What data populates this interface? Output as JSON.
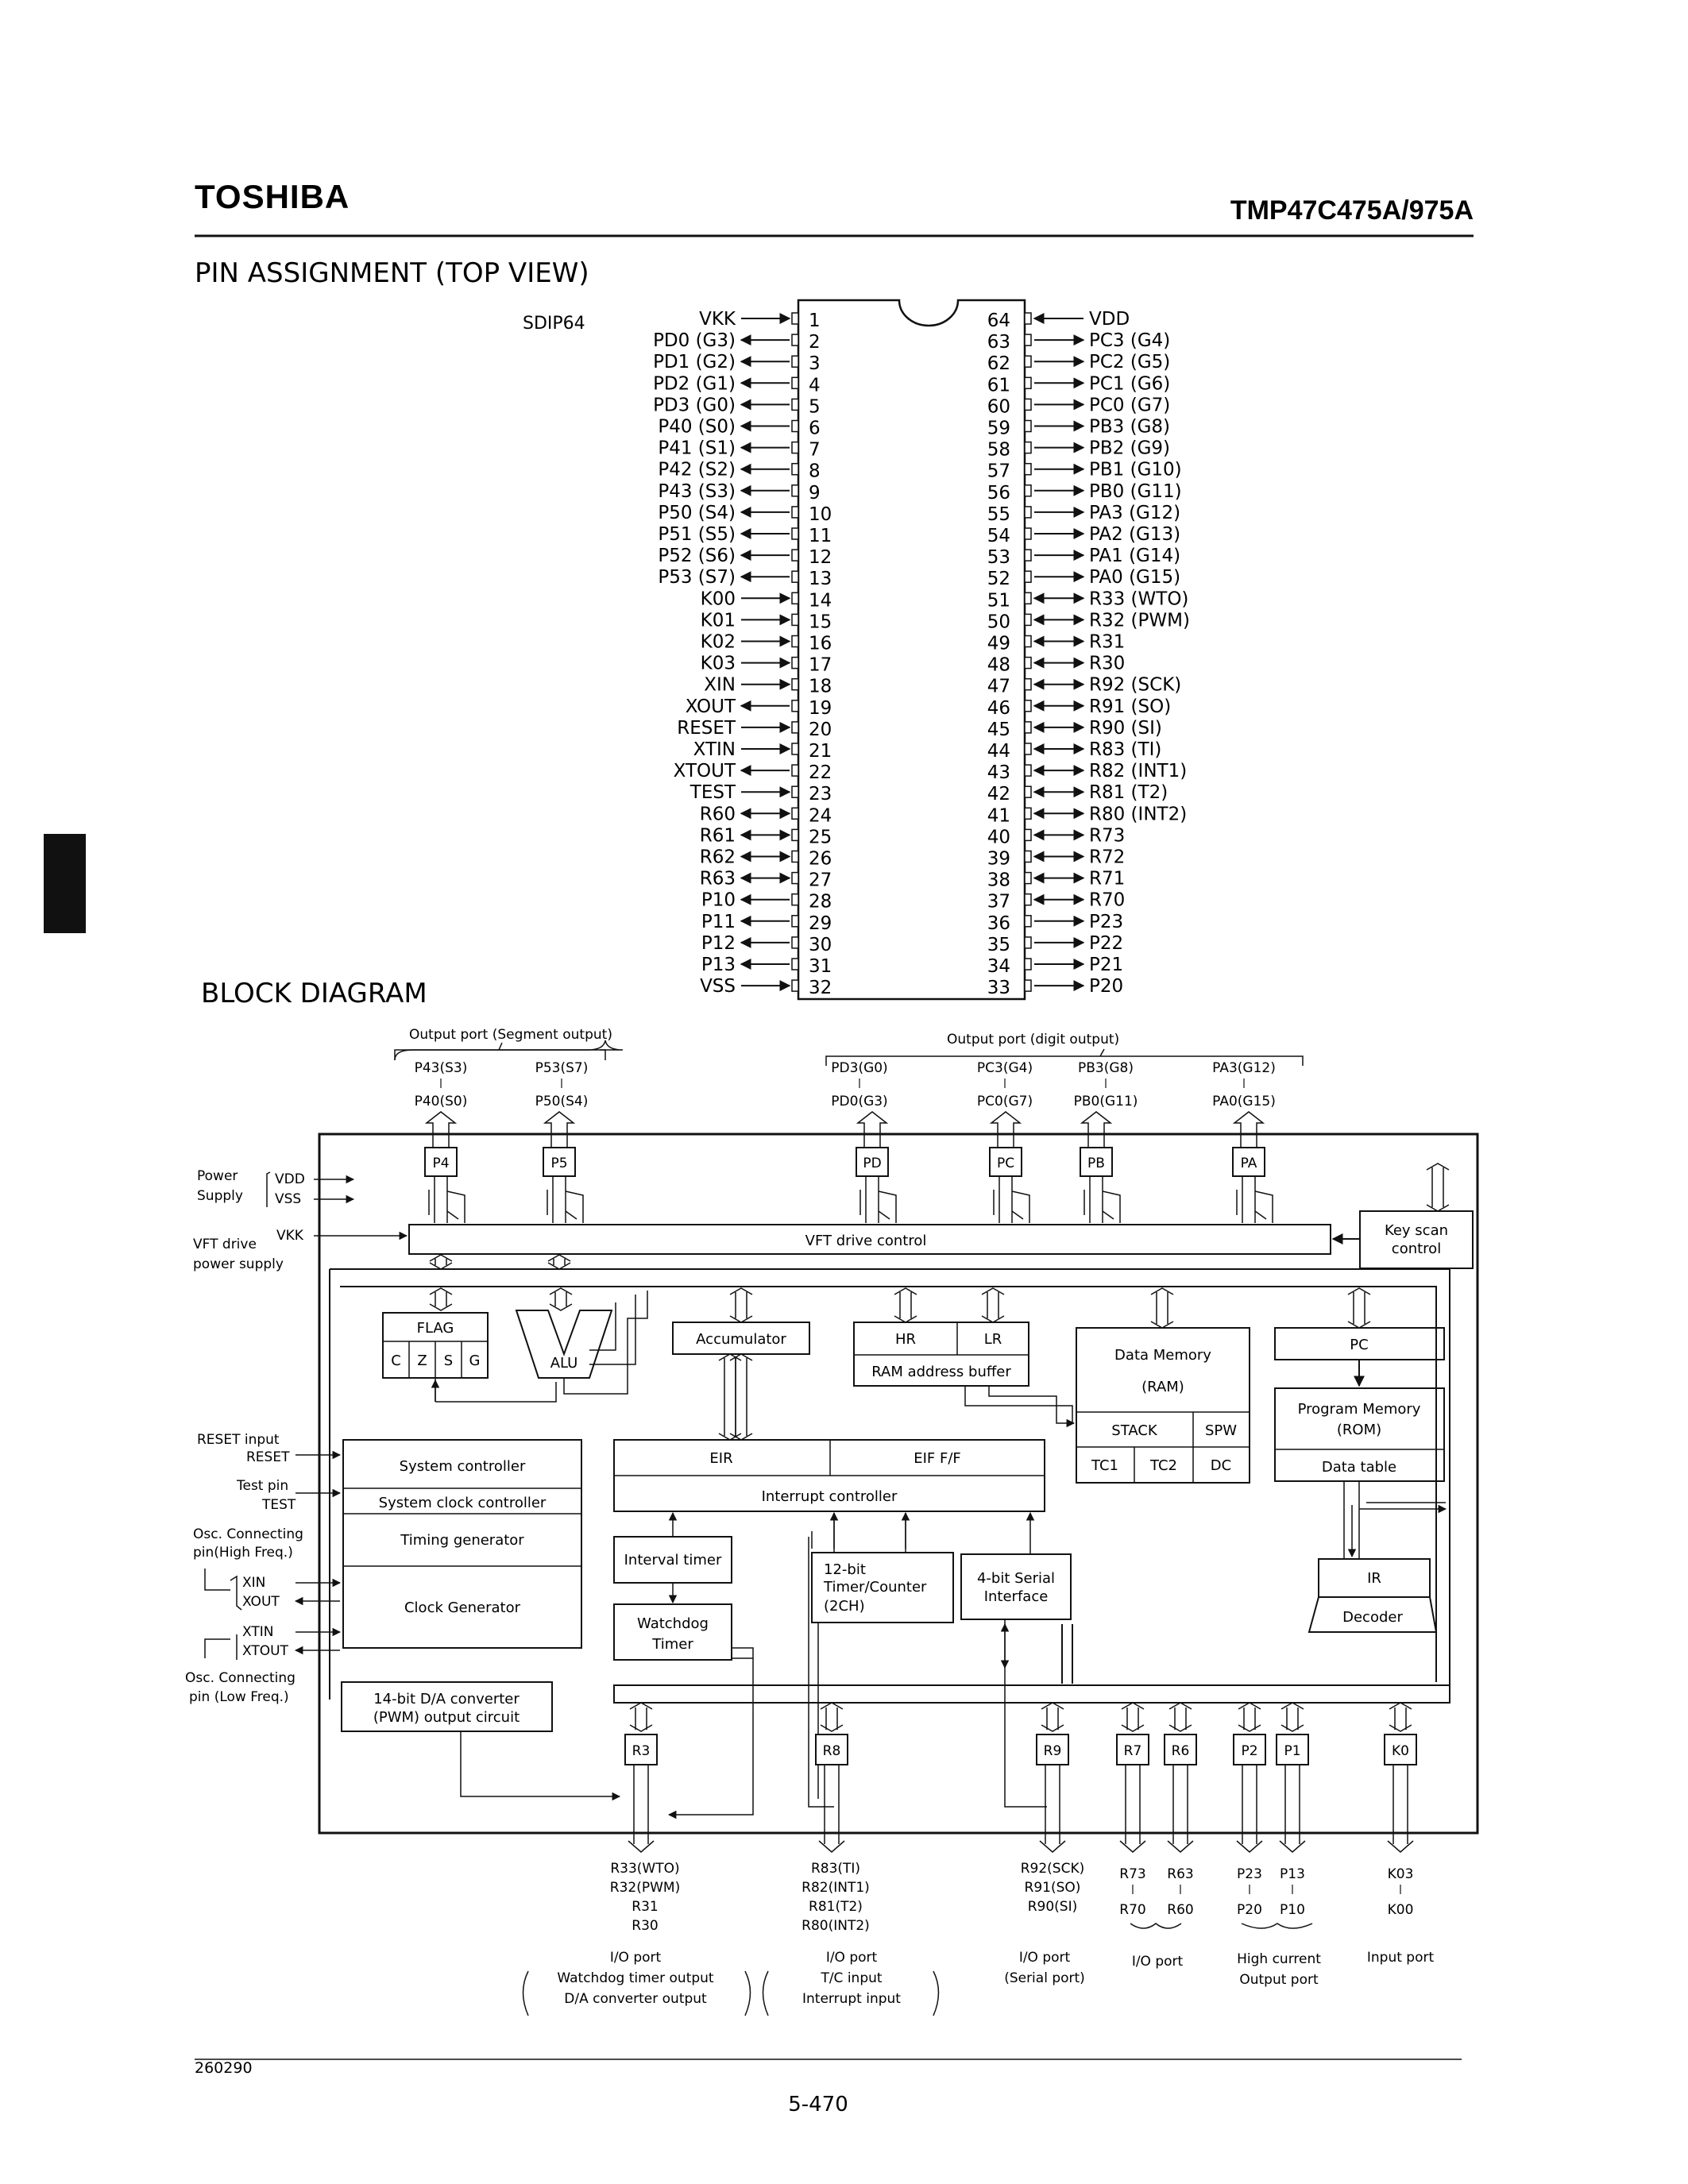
{
  "header": {
    "brand": "TOSHIBA",
    "part_number": "TMP47C475A/975A"
  },
  "pin_section": {
    "title": "PIN ASSIGNMENT (TOP VIEW)",
    "package": "SDIP64",
    "left_pins": [
      {
        "num": "1",
        "name": "VKK",
        "dir": "in"
      },
      {
        "num": "2",
        "name": "PD0 (G3)",
        "dir": "out"
      },
      {
        "num": "3",
        "name": "PD1 (G2)",
        "dir": "out"
      },
      {
        "num": "4",
        "name": "PD2 (G1)",
        "dir": "out"
      },
      {
        "num": "5",
        "name": "PD3 (G0)",
        "dir": "out"
      },
      {
        "num": "6",
        "name": "P40 (S0)",
        "dir": "out"
      },
      {
        "num": "7",
        "name": "P41 (S1)",
        "dir": "out"
      },
      {
        "num": "8",
        "name": "P42 (S2)",
        "dir": "out"
      },
      {
        "num": "9",
        "name": "P43 (S3)",
        "dir": "out"
      },
      {
        "num": "10",
        "name": "P50 (S4)",
        "dir": "out"
      },
      {
        "num": "11",
        "name": "P51 (S5)",
        "dir": "out"
      },
      {
        "num": "12",
        "name": "P52 (S6)",
        "dir": "out"
      },
      {
        "num": "13",
        "name": "P53 (S7)",
        "dir": "out"
      },
      {
        "num": "14",
        "name": "K00",
        "dir": "in"
      },
      {
        "num": "15",
        "name": "K01",
        "dir": "in"
      },
      {
        "num": "16",
        "name": "K02",
        "dir": "in"
      },
      {
        "num": "17",
        "name": "K03",
        "dir": "in"
      },
      {
        "num": "18",
        "name": "XIN",
        "dir": "in"
      },
      {
        "num": "19",
        "name": "XOUT",
        "dir": "out"
      },
      {
        "num": "20",
        "name": "RESET",
        "dir": "in"
      },
      {
        "num": "21",
        "name": "XTIN",
        "dir": "in"
      },
      {
        "num": "22",
        "name": "XTOUT",
        "dir": "out"
      },
      {
        "num": "23",
        "name": "TEST",
        "dir": "in"
      },
      {
        "num": "24",
        "name": "R60",
        "dir": "bi"
      },
      {
        "num": "25",
        "name": "R61",
        "dir": "bi"
      },
      {
        "num": "26",
        "name": "R62",
        "dir": "bi"
      },
      {
        "num": "27",
        "name": "R63",
        "dir": "bi"
      },
      {
        "num": "28",
        "name": "P10",
        "dir": "out"
      },
      {
        "num": "29",
        "name": "P11",
        "dir": "out"
      },
      {
        "num": "30",
        "name": "P12",
        "dir": "out"
      },
      {
        "num": "31",
        "name": "P13",
        "dir": "out"
      },
      {
        "num": "32",
        "name": "VSS",
        "dir": "in"
      }
    ],
    "right_pins": [
      {
        "num": "64",
        "name": "VDD",
        "dir": "in"
      },
      {
        "num": "63",
        "name": "PC3 (G4)",
        "dir": "out"
      },
      {
        "num": "62",
        "name": "PC2 (G5)",
        "dir": "out"
      },
      {
        "num": "61",
        "name": "PC1 (G6)",
        "dir": "out"
      },
      {
        "num": "60",
        "name": "PC0 (G7)",
        "dir": "out"
      },
      {
        "num": "59",
        "name": "PB3 (G8)",
        "dir": "out"
      },
      {
        "num": "58",
        "name": "PB2 (G9)",
        "dir": "out"
      },
      {
        "num": "57",
        "name": "PB1 (G10)",
        "dir": "out"
      },
      {
        "num": "56",
        "name": "PB0 (G11)",
        "dir": "out"
      },
      {
        "num": "55",
        "name": "PA3 (G12)",
        "dir": "out"
      },
      {
        "num": "54",
        "name": "PA2 (G13)",
        "dir": "out"
      },
      {
        "num": "53",
        "name": "PA1 (G14)",
        "dir": "out"
      },
      {
        "num": "52",
        "name": "PA0 (G15)",
        "dir": "out"
      },
      {
        "num": "51",
        "name": "R33 (WTO)",
        "dir": "bi"
      },
      {
        "num": "50",
        "name": "R32 (PWM)",
        "dir": "bi"
      },
      {
        "num": "49",
        "name": "R31",
        "dir": "bi"
      },
      {
        "num": "48",
        "name": "R30",
        "dir": "bi"
      },
      {
        "num": "47",
        "name": "R92 (SCK)",
        "dir": "bi"
      },
      {
        "num": "46",
        "name": "R91 (SO)",
        "dir": "bi"
      },
      {
        "num": "45",
        "name": "R90 (SI)",
        "dir": "bi"
      },
      {
        "num": "44",
        "name": "R83 (TI)",
        "dir": "bi"
      },
      {
        "num": "43",
        "name": "R82 (INT1)",
        "dir": "bi"
      },
      {
        "num": "42",
        "name": "R81 (T2)",
        "dir": "bi"
      },
      {
        "num": "41",
        "name": "R80 (INT2)",
        "dir": "bi"
      },
      {
        "num": "40",
        "name": "R73",
        "dir": "bi"
      },
      {
        "num": "39",
        "name": "R72",
        "dir": "bi"
      },
      {
        "num": "38",
        "name": "R71",
        "dir": "bi"
      },
      {
        "num": "37",
        "name": "R70",
        "dir": "bi"
      },
      {
        "num": "36",
        "name": "P23",
        "dir": "out"
      },
      {
        "num": "35",
        "name": "P22",
        "dir": "out"
      },
      {
        "num": "34",
        "name": "P21",
        "dir": "out"
      },
      {
        "num": "33",
        "name": "P20",
        "dir": "out"
      }
    ]
  },
  "block_section": {
    "title": "BLOCK DIAGRAM",
    "top_groups": {
      "segment": "Output port (Segment output)",
      "digit": "Output port (digit output)"
    },
    "top_ports": [
      {
        "block": "P4",
        "hi": "P43(S3)",
        "lo": "P40(S0)"
      },
      {
        "block": "P5",
        "hi": "P53(S7)",
        "lo": "P50(S4)"
      },
      {
        "block": "PD",
        "hi": "PD3(G0)",
        "lo": "PD0(G3)"
      },
      {
        "block": "PC",
        "hi": "PC3(G4)",
        "lo": "PC0(G7)"
      },
      {
        "block": "PB",
        "hi": "PB3(G8)",
        "lo": "PB0(G11)"
      },
      {
        "block": "PA",
        "hi": "PA3(G12)",
        "lo": "PA0(G15)"
      }
    ],
    "left_labels": {
      "power_supply": [
        "Power",
        "Supply"
      ],
      "vdd": "VDD",
      "vss": "VSS",
      "vft": [
        "VFT drive",
        "power supply"
      ],
      "vkk": "VKK",
      "reset_input": "RESET input",
      "reset": "RESET",
      "test_pin": "Test pin",
      "test": "TEST",
      "osc_high": [
        "Osc. Connecting",
        "pin(High Freq.)"
      ],
      "xin": "XIN",
      "xout": "XOUT",
      "xtin": "XTIN",
      "xtout": "XTOUT",
      "osc_low": [
        "Osc. Connecting",
        "pin (Low Freq.)"
      ]
    },
    "blocks": {
      "vft_drive": "VFT drive control",
      "key_scan": [
        "Key scan",
        "control"
      ],
      "flag": "FLAG",
      "flag_bits": [
        "C",
        "Z",
        "S",
        "G"
      ],
      "alu": "ALU",
      "accumulator": "Accumulator",
      "hr": "HR",
      "lr": "LR",
      "ram_buffer": "RAM address buffer",
      "data_memory": "Data Memory",
      "ram": "(RAM)",
      "stack": "STACK",
      "spw": "SPW",
      "tc1": "TC1",
      "tc2": "TC2",
      "dc": "DC",
      "pc": "PC",
      "program_memory": "Program Memory",
      "rom": "(ROM)",
      "data_table": "Data table",
      "system_controller": "System controller",
      "system_clock": "System clock controller",
      "timing": "Timing generator",
      "clock_gen": "Clock Generator",
      "da_converter": [
        "14-bit D/A converter",
        "(PWM) output circuit"
      ],
      "eir": "EIR",
      "eif": "EIF F/F",
      "interrupt": "Interrupt controller",
      "interval": "Interval timer",
      "watchdog": [
        "Watchdog",
        "Timer"
      ],
      "timer_counter": [
        "12-bit",
        "Timer/Counter",
        "(2CH)"
      ],
      "serial": [
        "4-bit Serial",
        "Interface"
      ],
      "ir": "IR",
      "decoder": "Decoder"
    },
    "bottom_ports": [
      "R3",
      "R8",
      "R9",
      "R7",
      "R6",
      "P2",
      "P1",
      "K0"
    ],
    "bottom_labels": {
      "r3": [
        "R33(WTO)",
        "R32(PWM)",
        "R31",
        "R30"
      ],
      "r8": [
        "R83(TI)",
        "R82(INT1)",
        "R81(T2)",
        "R80(INT2)"
      ],
      "r9": [
        "R92(SCK)",
        "R91(SO)",
        "R90(SI)"
      ],
      "r7": [
        "R73",
        "R70"
      ],
      "r6": [
        "R63",
        "R60"
      ],
      "p2": [
        "P23",
        "P20"
      ],
      "p1": [
        "P13",
        "P10"
      ],
      "k0": [
        "K03",
        "K00"
      ]
    },
    "bottom_descriptions": {
      "io1": [
        "I/O port",
        "Watchdog timer output",
        "D/A converter output"
      ],
      "io2": [
        "I/O port",
        "T/C input",
        "Interrupt input"
      ],
      "io3": [
        "I/O port",
        "(Serial port)"
      ],
      "io4": [
        "I/O port"
      ],
      "high_current": [
        "High current",
        "Output port"
      ],
      "input": [
        "Input port"
      ]
    }
  },
  "footer": {
    "code": "260290",
    "page": "5-470"
  }
}
